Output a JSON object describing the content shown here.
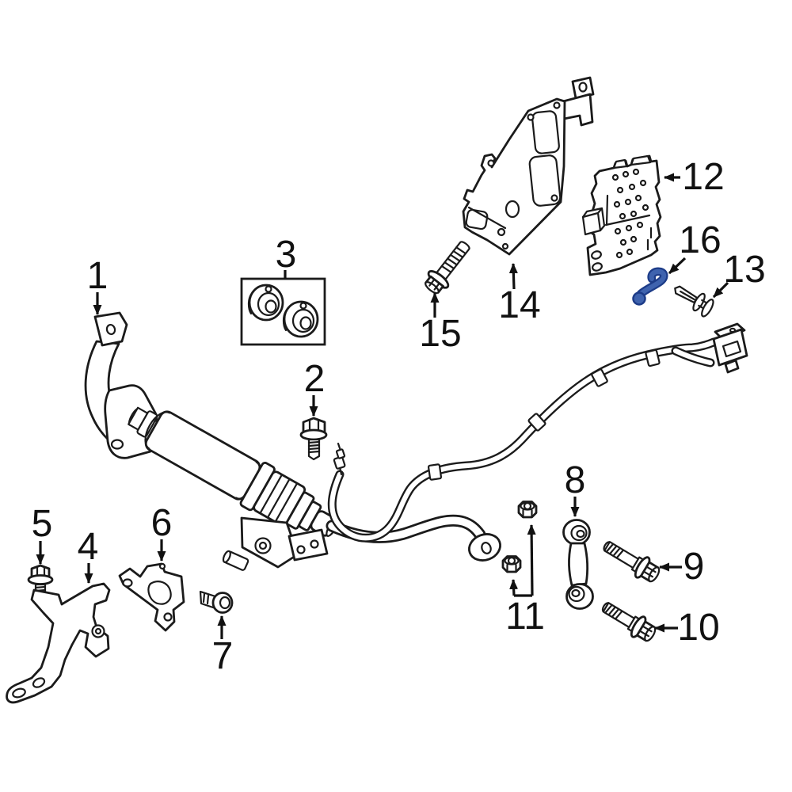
{
  "diagram": {
    "type": "exploded-parts-diagram",
    "background_color": "#ffffff",
    "line_color": "#1b1b1b",
    "highlight_color": "#3f63ae",
    "highlight_outline_color": "#1d3c88",
    "highlighted_callout": "16",
    "callouts": [
      {
        "num": "1"
      },
      {
        "num": "2"
      },
      {
        "num": "3"
      },
      {
        "num": "4"
      },
      {
        "num": "5"
      },
      {
        "num": "6"
      },
      {
        "num": "7"
      },
      {
        "num": "8"
      },
      {
        "num": "9"
      },
      {
        "num": "10"
      },
      {
        "num": "11"
      },
      {
        "num": "12"
      },
      {
        "num": "13"
      },
      {
        "num": "14"
      },
      {
        "num": "15"
      },
      {
        "num": "16"
      }
    ]
  }
}
